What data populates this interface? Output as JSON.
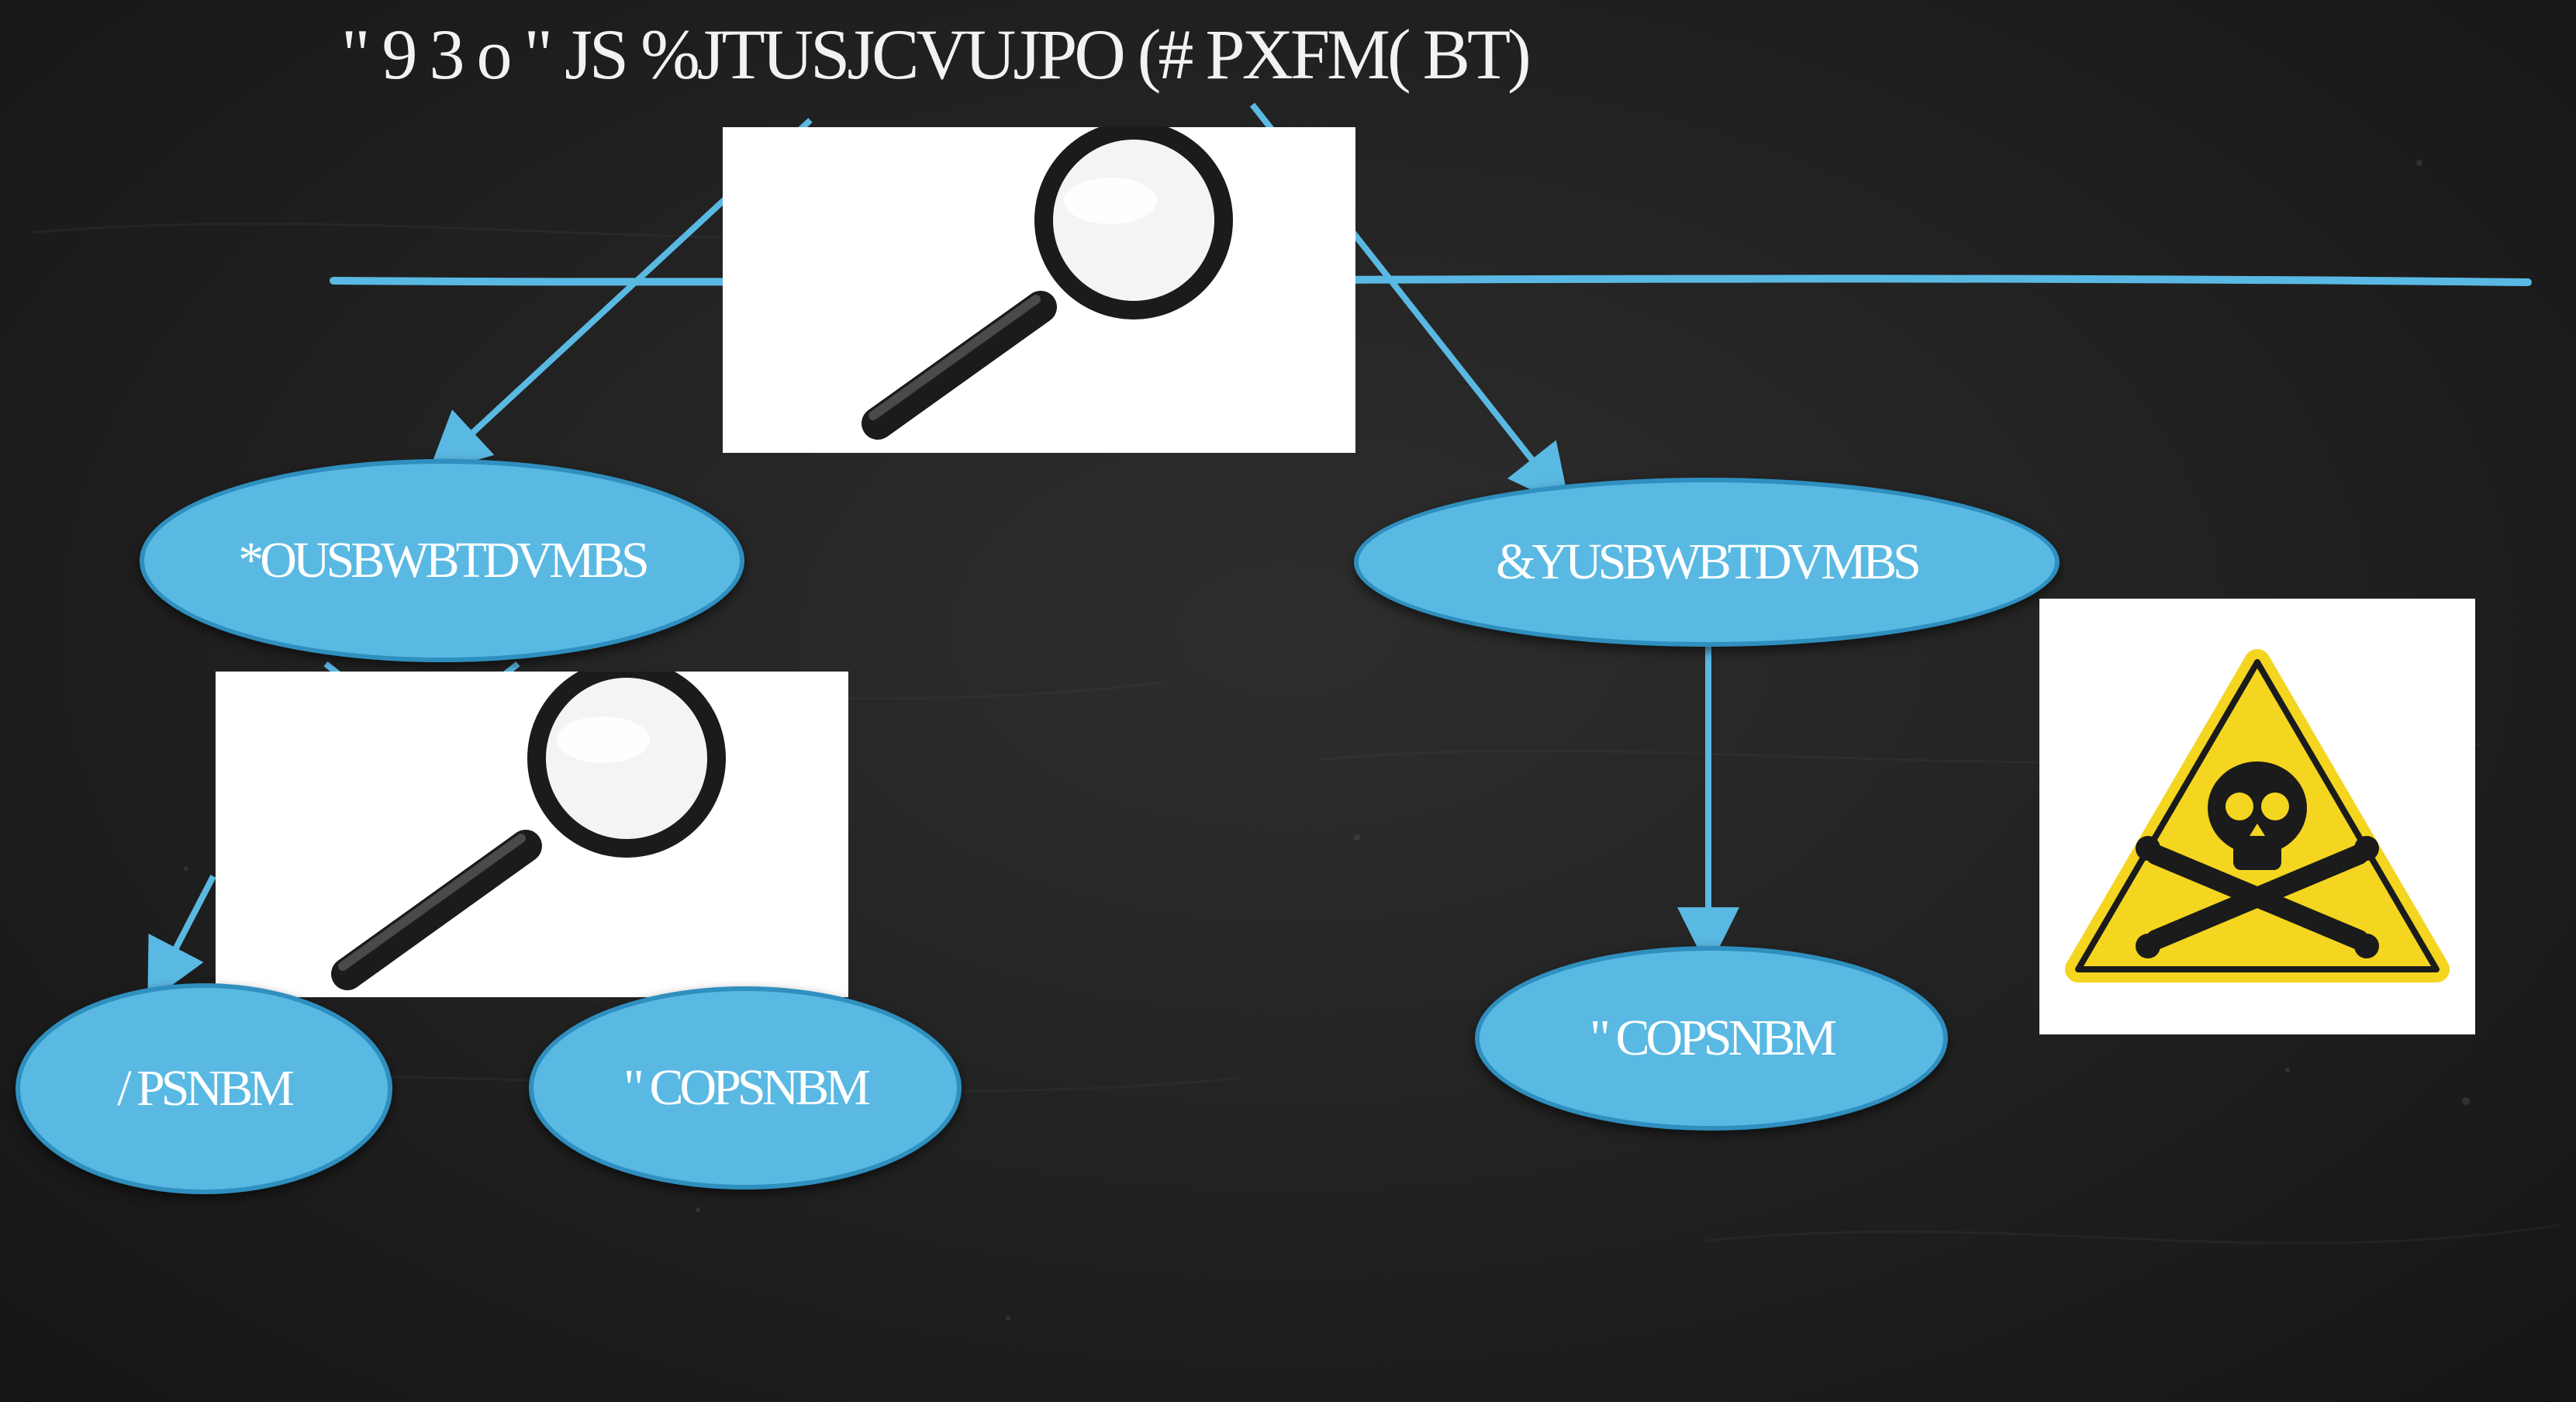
{
  "title": "\" 9 3 o \" JS %JTUSJCVUJPO (# PXFM( BT)",
  "nodes": {
    "intravascular": "*OUSBWBTDVMBS",
    "extravascular": "&YUSBWBTDVMBS",
    "normal": "/ PSNBM",
    "abnormal_left": "\" COPSNBM",
    "abnormal_right": "\" COPSNBM"
  },
  "icons": {
    "top_image": "magnifying-glass-icon",
    "left_image": "magnifying-glass-icon",
    "right_image": "poison-warning-icon"
  },
  "colors": {
    "background": "#1e1e1e",
    "node_fill": "#5ab9e3",
    "node_border": "#2f8fbf",
    "connector": "#5ab9e3",
    "warning_yellow": "#f4d51f"
  }
}
